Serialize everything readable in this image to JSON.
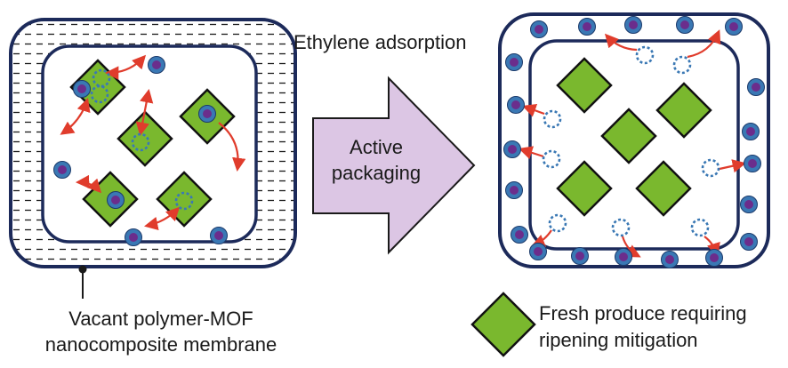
{
  "labels": {
    "ethylene_adsorption": "Ethylene adsorption",
    "arrow_line1": "Active",
    "arrow_line2": "packaging",
    "membrane_line1": "Vacant polymer-MOF",
    "membrane_line2": "nanocomposite membrane",
    "produce_line1": "Fresh produce requiring",
    "produce_line2": "ripening mitigation"
  },
  "colors": {
    "outline": "#1c2a5a",
    "produce_fill": "#7ab82e",
    "molecule_outer": "#3a78b4",
    "molecule_inner": "#6b2d8c",
    "reaction_arrow": "#e03c2c",
    "big_arrow_fill": "#dcc6e4",
    "membrane_dash": "#1a1a1a"
  },
  "icons": {
    "produce": "green-diamond-icon",
    "ethylene": "ethylene-molecule-icon",
    "vacancy": "dotted-circle-icon"
  }
}
